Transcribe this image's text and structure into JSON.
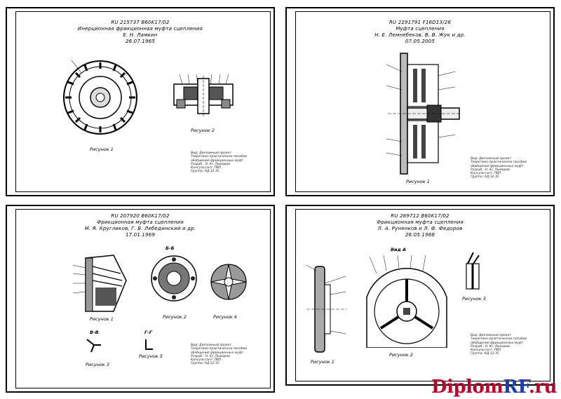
{
  "sheets": [
    {
      "header": [
        "RU 215737 B60K17/02",
        "Инерционная фрикционная муфта сцепления",
        "Е. Н. Ламкин",
        "26.07.1965"
      ],
      "figures": [
        "Рисунок 1",
        "Рисунок 2"
      ],
      "note": [
        "Вид: Дипломный проект",
        "Теоретико-практическое пособие",
        "обобщения фрикционных муфт",
        "Разраб.: Н. Ю. Лымаров",
        "Консультант: ПВП",
        "Группа: АД-12-ЗС"
      ]
    },
    {
      "header": [
        "RU 2291791 F16D13/26",
        "Муфта сцепления",
        "Н. Е. Лемнебеков, В. В. Жук и др.",
        "07.05.2005"
      ],
      "figures": [
        "Рисунок 1"
      ],
      "note": [
        "Вид: Дипломный проект",
        "Теоретико-практическое пособие",
        "обобщения фрикционных муфт",
        "Разраб.: Н. Ю. Лымаров",
        "Консультант: ПВП",
        "Группа: АД-12-ЗС"
      ]
    },
    {
      "header": [
        "RU 207920 B60K17/02",
        "Фрикционная муфта сцепления",
        "М. Я. Кругликов, Г. В. Лебединский и др.",
        "17.01.1969"
      ],
      "figures": [
        "Рисунок 1",
        "Рисунок 2",
        "Рисунок 3",
        "Рисунок 4",
        "Рисунок 5"
      ],
      "sections": [
        "Б-Б",
        "В-В",
        "Г-Г"
      ],
      "note": [
        "Вид: Дипломный проект",
        "Теоретико-практическое пособие",
        "обобщения фрикционных муфт",
        "Разраб.: Н. Ю. Лымаров",
        "Консультант: ПВП",
        "Группа: АД-12-ЗС"
      ]
    },
    {
      "header": [
        "RU 269712 B60K17/02",
        "Фрикционная муфта сцепления",
        "Л. А. Руненков и Л. Ф. Федоров",
        "26.05.1968"
      ],
      "figures": [
        "Рисунок 1",
        "Рисунок 2",
        "Рисунок 3"
      ],
      "sections": [
        "Вид А"
      ],
      "note": [
        "Вид: Дипломный проект",
        "Теоретико-практическое пособие",
        "обобщения фрикционных муфт",
        "Разраб.: Н. Ю. Лымаров",
        "Консультант: ПВП",
        "Группа: АД-12-ЗС"
      ]
    }
  ],
  "watermark": {
    "part1": "Diplom",
    "part2": "RF",
    "part3": ".ru",
    "color1": "#c0002a",
    "color2": "#1b3fae"
  }
}
